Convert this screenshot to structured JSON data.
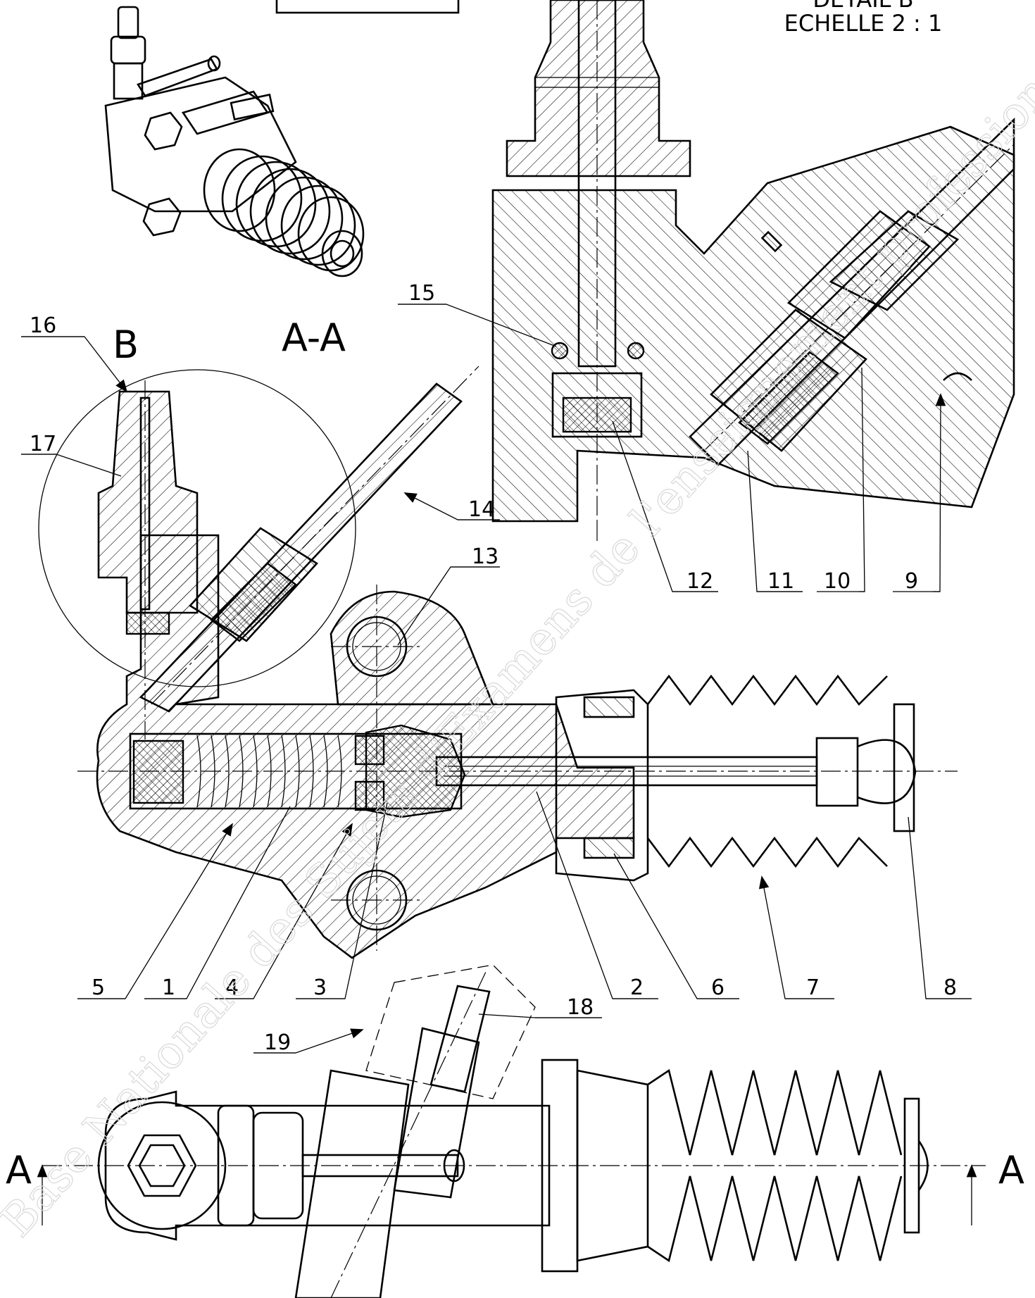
{
  "detail_title": {
    "line1": "DETAIL B",
    "line2": "ECHELLE 2 : 1"
  },
  "view_labels": {
    "section": "A-A",
    "detail_letter": "B",
    "cut_left": "A",
    "cut_right": "A"
  },
  "part_numbers": {
    "p1": "1",
    "p2": "2",
    "p3": "3",
    "p4": "4",
    "p5": "5",
    "p6": "6",
    "p7": "7",
    "p8": "8",
    "p9": "9",
    "p10": "10",
    "p11": "11",
    "p12": "12",
    "p13": "13",
    "p14": "14",
    "p15": "15",
    "p16": "16",
    "p17": "17",
    "p18": "18",
    "p19": "19"
  },
  "watermark": {
    "text": "Base Nationale des Sujets d'Examens de l'enseignement professionnel - Réseau Canopé"
  }
}
